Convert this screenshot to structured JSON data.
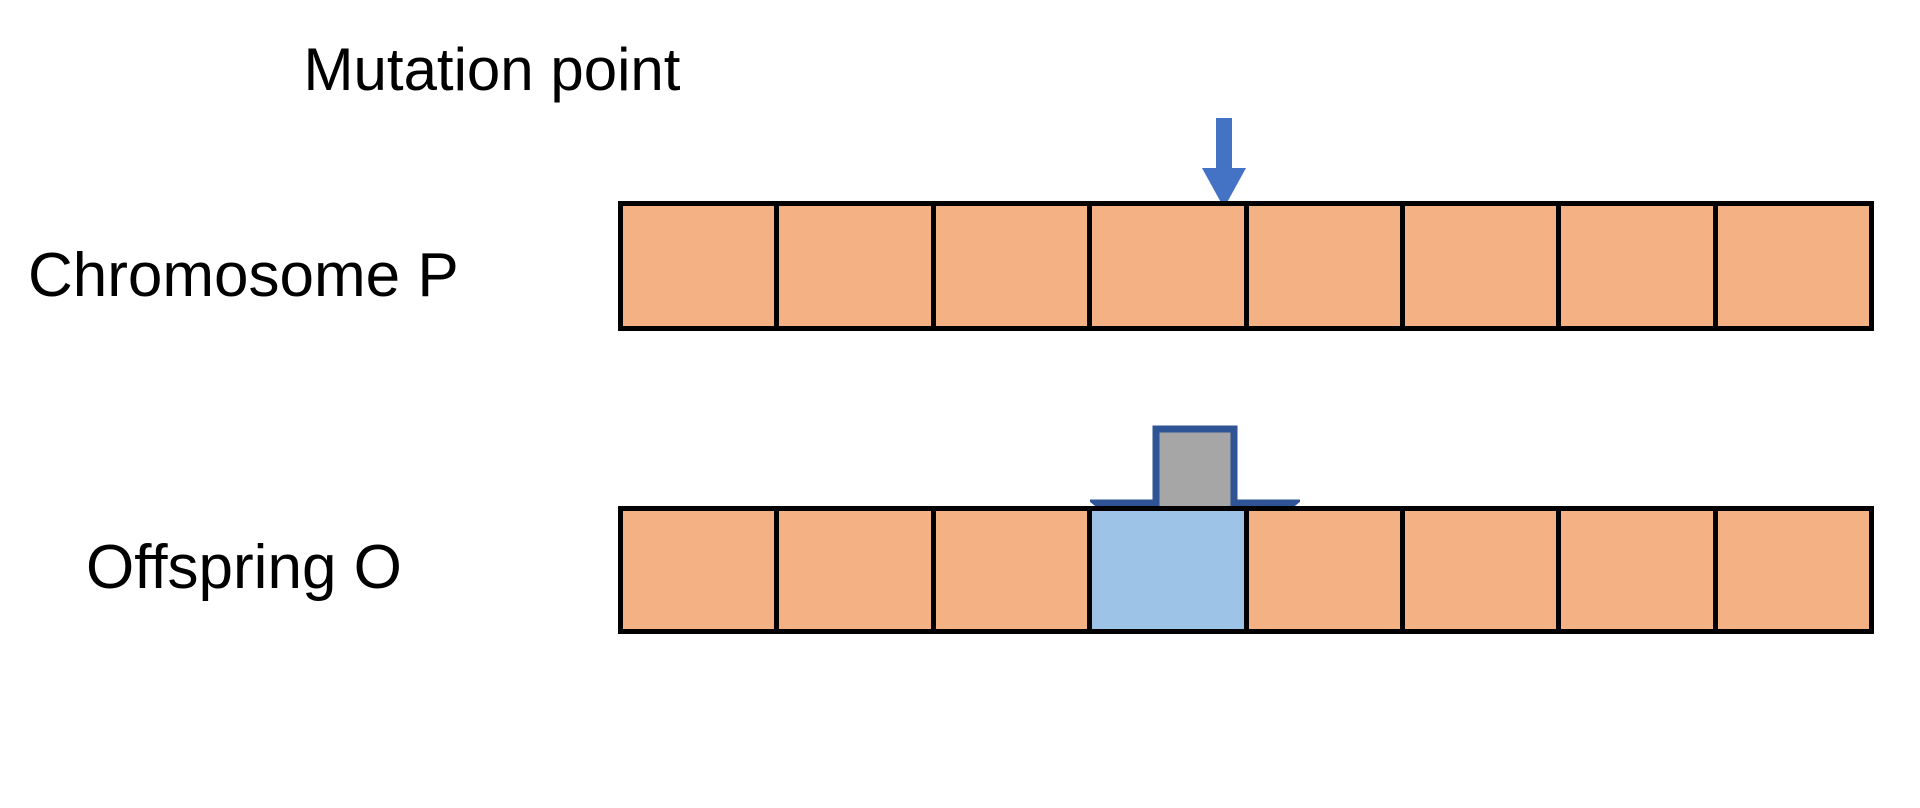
{
  "diagram": {
    "title": "Mutation point",
    "background_color": "#FFFFFF"
  },
  "annotations": {
    "mutation_point_label": "Mutation point"
  },
  "rows": [
    {
      "id": "chromosome-p",
      "label": "Chromosome P",
      "cell_count": 8,
      "cells": [
        {
          "index": 1,
          "state": "normal",
          "color": "#F4B183"
        },
        {
          "index": 2,
          "state": "normal",
          "color": "#F4B183"
        },
        {
          "index": 3,
          "state": "normal",
          "color": "#F4B183"
        },
        {
          "index": 4,
          "state": "normal",
          "color": "#F4B183"
        },
        {
          "index": 5,
          "state": "normal",
          "color": "#F4B183"
        },
        {
          "index": 6,
          "state": "normal",
          "color": "#F4B183"
        },
        {
          "index": 7,
          "state": "normal",
          "color": "#F4B183"
        },
        {
          "index": 8,
          "state": "normal",
          "color": "#F4B183"
        }
      ]
    },
    {
      "id": "offspring-o",
      "label": "Offspring O",
      "cell_count": 8,
      "cells": [
        {
          "index": 1,
          "state": "normal",
          "color": "#F4B183"
        },
        {
          "index": 2,
          "state": "normal",
          "color": "#F4B183"
        },
        {
          "index": 3,
          "state": "normal",
          "color": "#F4B183"
        },
        {
          "index": 4,
          "state": "mutated",
          "color": "#9DC3E6"
        },
        {
          "index": 5,
          "state": "normal",
          "color": "#F4B183"
        },
        {
          "index": 6,
          "state": "normal",
          "color": "#F4B183"
        },
        {
          "index": 7,
          "state": "normal",
          "color": "#F4B183"
        },
        {
          "index": 8,
          "state": "normal",
          "color": "#F4B183"
        }
      ]
    }
  ],
  "arrows": {
    "mutation_pointer": {
      "name": "mutation-point-arrow",
      "direction": "down",
      "color": "#4472C4",
      "targets_cell_index": 4
    },
    "transformation": {
      "name": "transformation-arrow",
      "direction": "down",
      "fill_color": "#A6A6A6",
      "stroke_color": "#2F5496"
    }
  },
  "colors": {
    "gene_normal": "#F4B183",
    "gene_mutated": "#9DC3E6",
    "cell_border": "#000000",
    "pointer_blue": "#4472C4",
    "arrow_gray": "#A6A6A6",
    "arrow_outline": "#2F5496",
    "text": "#000000"
  }
}
